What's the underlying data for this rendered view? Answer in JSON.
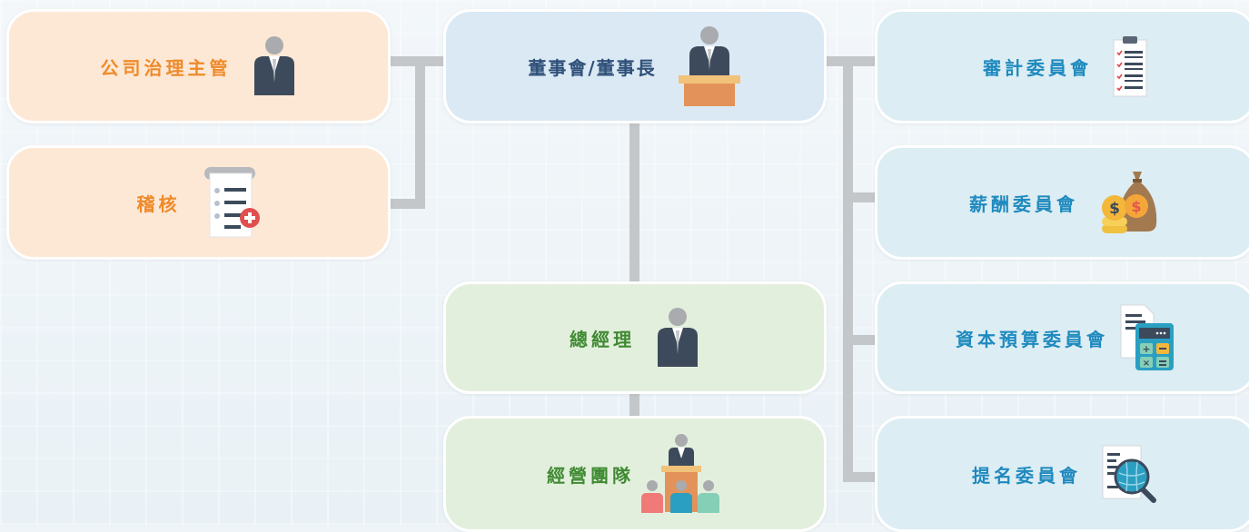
{
  "nodes": {
    "governance_officer": {
      "label": "公司治理主管",
      "icon": "business-person-icon"
    },
    "audit": {
      "label": "稽核",
      "icon": "audit-document-icon"
    },
    "board": {
      "label": "董事會/董事長",
      "icon": "chairman-podium-icon"
    },
    "general_manager": {
      "label": "總經理",
      "icon": "business-person-icon"
    },
    "management_team": {
      "label": "經營團隊",
      "icon": "team-meeting-icon"
    },
    "audit_committee": {
      "label": "審計委員會",
      "icon": "checklist-clipboard-icon"
    },
    "remuneration_committee": {
      "label": "薪酬委員會",
      "icon": "money-bag-icon"
    },
    "capital_budget_committee": {
      "label": "資本預算委員會",
      "icon": "calculator-document-icon"
    },
    "nomination_committee": {
      "label": "提名委員會",
      "icon": "magnifier-document-icon"
    }
  },
  "colors": {
    "orange_box": "#fde8d6",
    "orange_text": "#ef8a2a",
    "blue_box": "#dbe9f4",
    "blue_text": "#2e4f78",
    "green_box": "#e3efdd",
    "green_text": "#3f8a32",
    "cyan_box": "#dcedf3",
    "cyan_text": "#1f8abf",
    "connector": "#c4c7ca"
  }
}
